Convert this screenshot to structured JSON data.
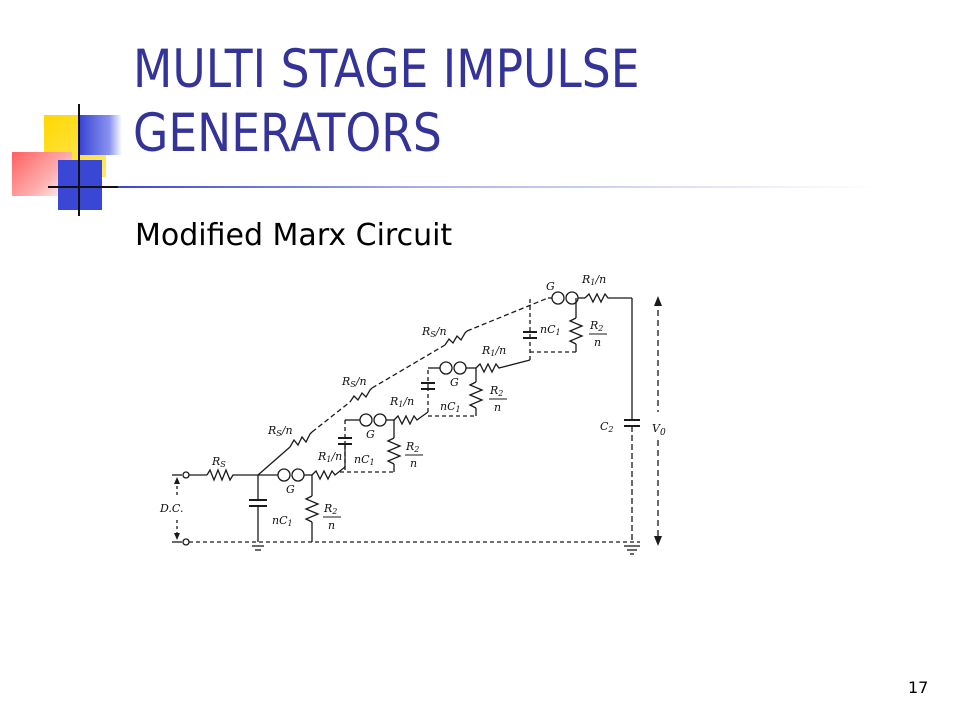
{
  "slide": {
    "title_line1": "MULTI STAGE IMPULSE",
    "title_line2": "GENERATORS",
    "subtitle": "Modified Marx Circuit",
    "page_number": "17"
  },
  "circuit": {
    "labels": {
      "rs": "R",
      "rs_sub": "S",
      "rs_n": "R",
      "rs_n_sub": "S",
      "rs_n_suffix": "/n",
      "r1_n": "R",
      "r1_n_sub": "1",
      "r1_n_suffix": "/n",
      "r2": "R",
      "r2_sub": "2",
      "r2_den": "n",
      "nc1": "nC",
      "nc1_sub": "1",
      "gap": "G",
      "dc": "D.C.",
      "c2": "C",
      "c2_sub": "2",
      "v0": "V",
      "v0_sub": "0"
    }
  },
  "colors": {
    "title": "#333399",
    "accent_blue": "#3a46d4",
    "accent_yellow": "#ffd800",
    "accent_red": "#ff6060"
  }
}
